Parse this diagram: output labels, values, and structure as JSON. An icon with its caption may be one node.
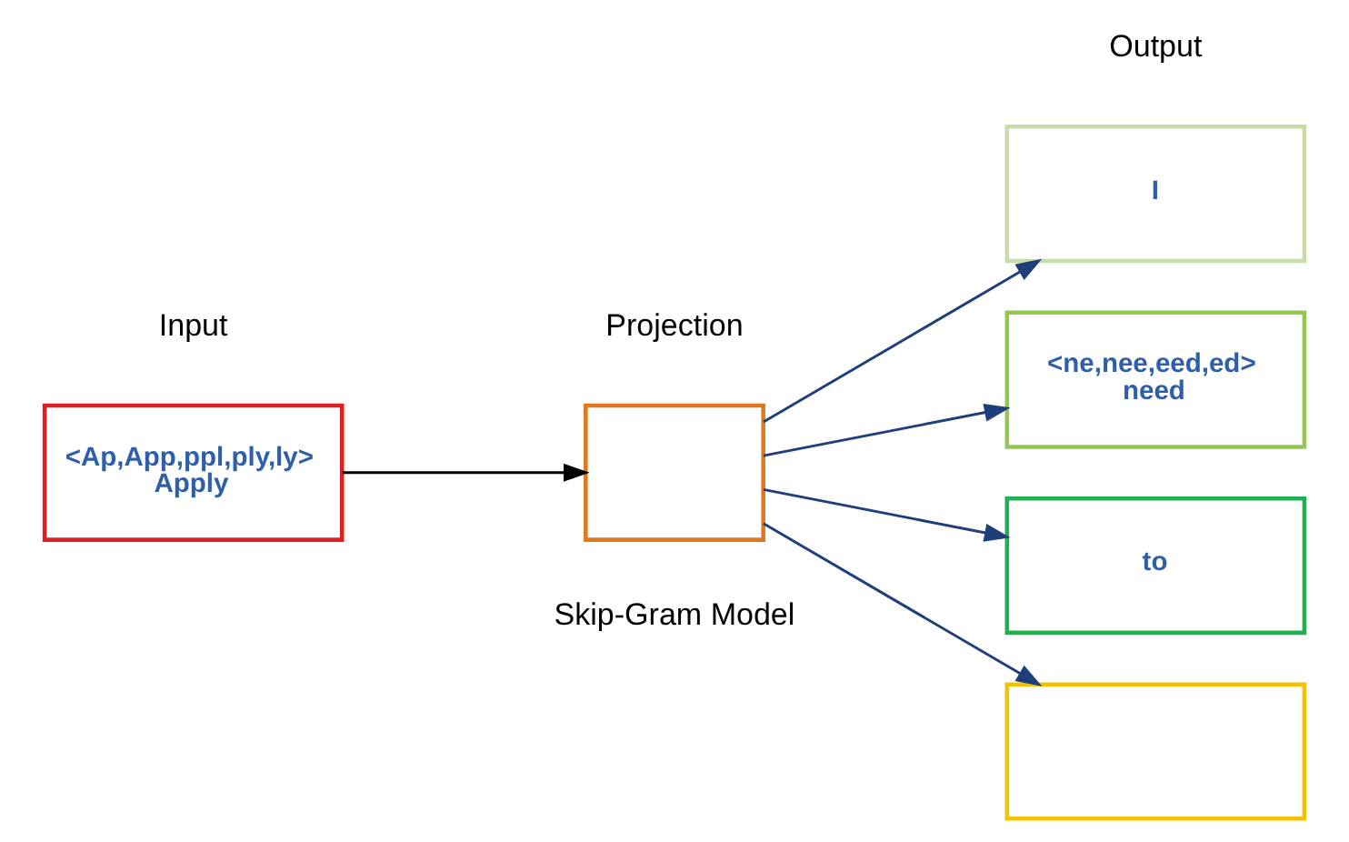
{
  "diagram": {
    "nodes": [
      {
        "text": [
          "<Ap,App,ppl,ply,ly>",
          "Apply"
        ]
      },
      {
        "text": [],
        "shape": "box"
      },
      {
        "text": [
          "I"
        ]
      },
      {
        "text": [
          "<ne,nee,eed,ed>",
          "need"
        ]
      },
      {
        "text": [
          "to"
        ]
      },
      {
        "text": [],
        "shape": "box"
      }
    ],
    "edges": [
      {
        "from": 0,
        "to": 1,
        "arrow": "to",
        "color": "#000000"
      },
      {
        "from": 1,
        "to": 2,
        "arrow": "to"
      },
      {
        "from": 1,
        "to": 3,
        "arrow": "to"
      },
      {
        "from": 1,
        "to": 4,
        "arrow": "to"
      },
      {
        "from": 1,
        "to": 5,
        "arrow": "to"
      }
    ],
    "labels": [
      "Input",
      "Projection",
      "Output",
      "Skip-Gram Model"
    ]
  }
}
